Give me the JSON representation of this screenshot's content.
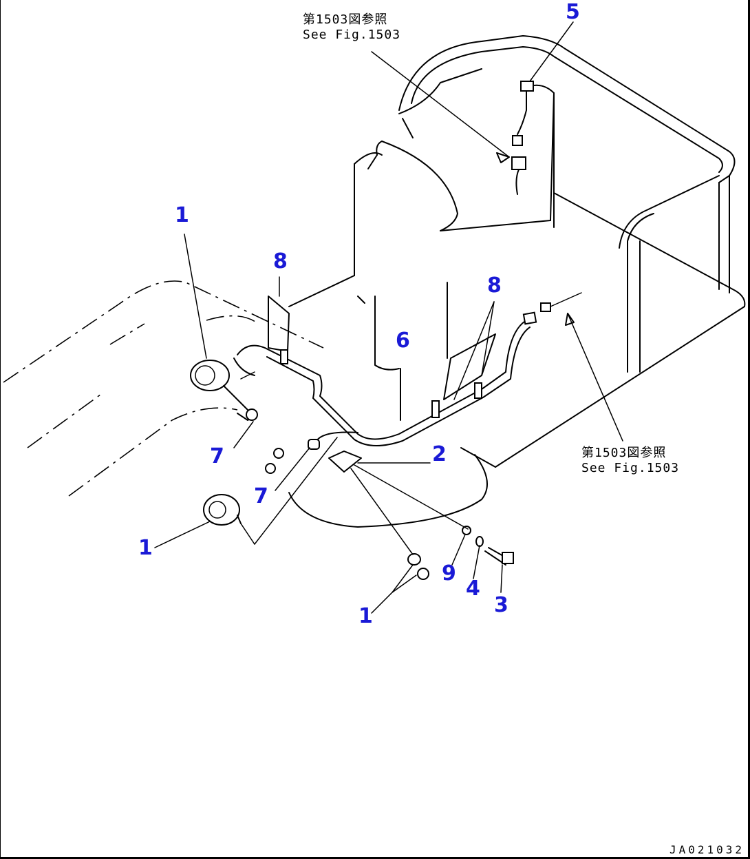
{
  "callouts": {
    "c1_top": "1",
    "c8_left": "8",
    "c5": "5",
    "c8_right": "8",
    "c6": "6",
    "c7_upper": "7",
    "c2": "2",
    "c7_lower": "7",
    "c1_left": "1",
    "c9": "9",
    "c4": "4",
    "c3": "3",
    "c1_bottom": "1"
  },
  "references": {
    "top": {
      "line1": "第1503図参照",
      "line2": "See Fig.1503"
    },
    "right": {
      "line1": "第1503図参照",
      "line2": "See Fig.1503"
    }
  },
  "drawing_code": "JA021032"
}
